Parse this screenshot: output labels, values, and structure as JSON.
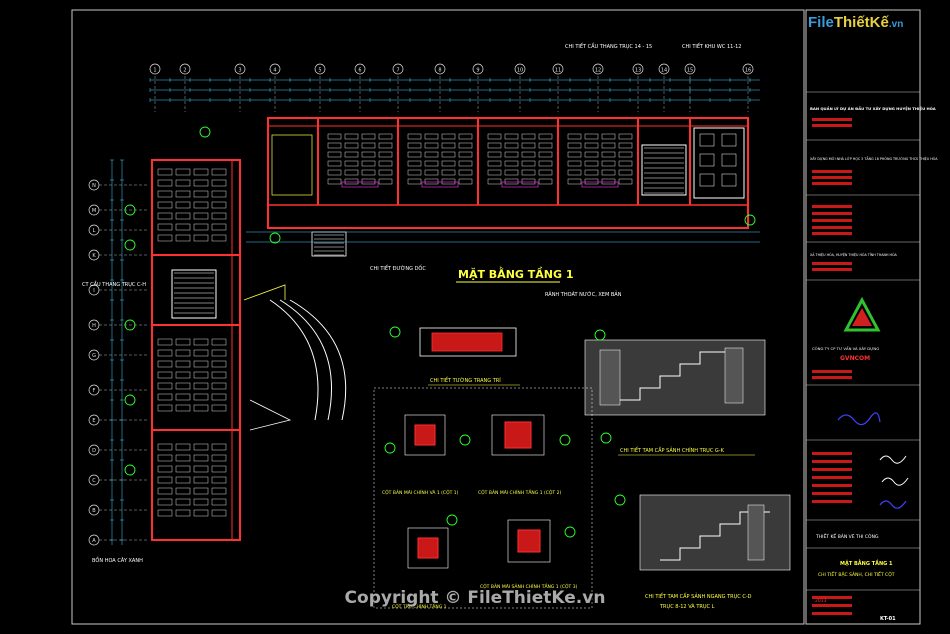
{
  "drawing": {
    "main_title": "MẶT BẰNG TẦNG 1",
    "watermark": "Copyright © FileThietKe.vn",
    "logo_watermark": {
      "part1": "File",
      "part2": "ThiếtKế",
      "part3": ".vn"
    }
  },
  "labels": {
    "stair_detail_top": "CHI TIẾT CẦU THANG TRỤC 14 - 15",
    "wc_detail_top": "CHI TIẾT KHU WC 11-12",
    "ramp_detail": "CHI TIẾT ĐƯỜNG DỐC",
    "stair_detail_left": "CT CẦU THANG TRỤC C-H",
    "channel_detail": "RÃNH THOÁT NƯỚC, XEM BẢN",
    "tree_note": "BỒN HOA CÂY XANH",
    "wall_detail": "CHI TIẾT TƯỜNG TRANG TRÍ",
    "step_detail_a": "CHI TIẾT TAM CẤP SẢNH CHÍNH TRỤC G-K",
    "step_detail_b": "CHI TIẾT TAM CẤP SẢNH NGANG TRỤC C-D",
    "step_detail_b2": "TRỤC 8-12 VÀ TRỤC L",
    "col_a": "CỘT BẢN MÃI CHÍNH VÀ 1 (CỘT 1)",
    "col_b": "CỘT BẢN MÃI CHÍNH TẦNG 1 (CỘT 2)",
    "col_c": "CỘT BẢN MÃI SẢNH CHÍNH TẦNG 1 (CỘT 3)",
    "col_d": "CỘT TRỤ CHÍNH TẦNG 1"
  },
  "grid": {
    "top_axes": [
      "1",
      "2",
      "3",
      "4",
      "5",
      "6",
      "7",
      "8",
      "9",
      "10",
      "11",
      "12",
      "13",
      "14",
      "15",
      "16"
    ],
    "left_axes": [
      "A",
      "B",
      "C",
      "D",
      "E",
      "F",
      "G",
      "H",
      "I",
      "K",
      "L",
      "M",
      "N"
    ]
  },
  "title_block": {
    "owner": "BAN QUẢN LÝ DỰ ÁN ĐẦU TƯ XÂY DỰNG HUYỆN THIỆU HÓA",
    "project": "XÂY DỰNG MỚI NHÀ LỚP HỌC 3 TẦNG 18 PHÒNG TRƯỜNG THCS THIỆU HÓA",
    "location": "XÃ THIỆU HÓA, HUYỆN THIỆU HÓA TỈNH THANH HÓA",
    "company": "CÔNG TY CP TƯ VẤN VÀ XÂY DỰNG",
    "company_short": "GVNCOM",
    "sheet_title": "MẶT BẰNG TẦNG 1",
    "sheet_sub": "CHI TIẾT BẬC SẢNH, CHI TIẾT CỘT",
    "drawing_name": "THIẾT KẾ BẢN VẼ THI CÔNG",
    "sheet_no": "KT-01",
    "year": "2013"
  },
  "colors": {
    "background": "#000000",
    "wall": "#ff3030",
    "grid": "#e0e0e0",
    "dim": "#40d0ff",
    "yellow": "#ffff40",
    "green": "#30ff30",
    "magenta": "#ff30ff"
  }
}
